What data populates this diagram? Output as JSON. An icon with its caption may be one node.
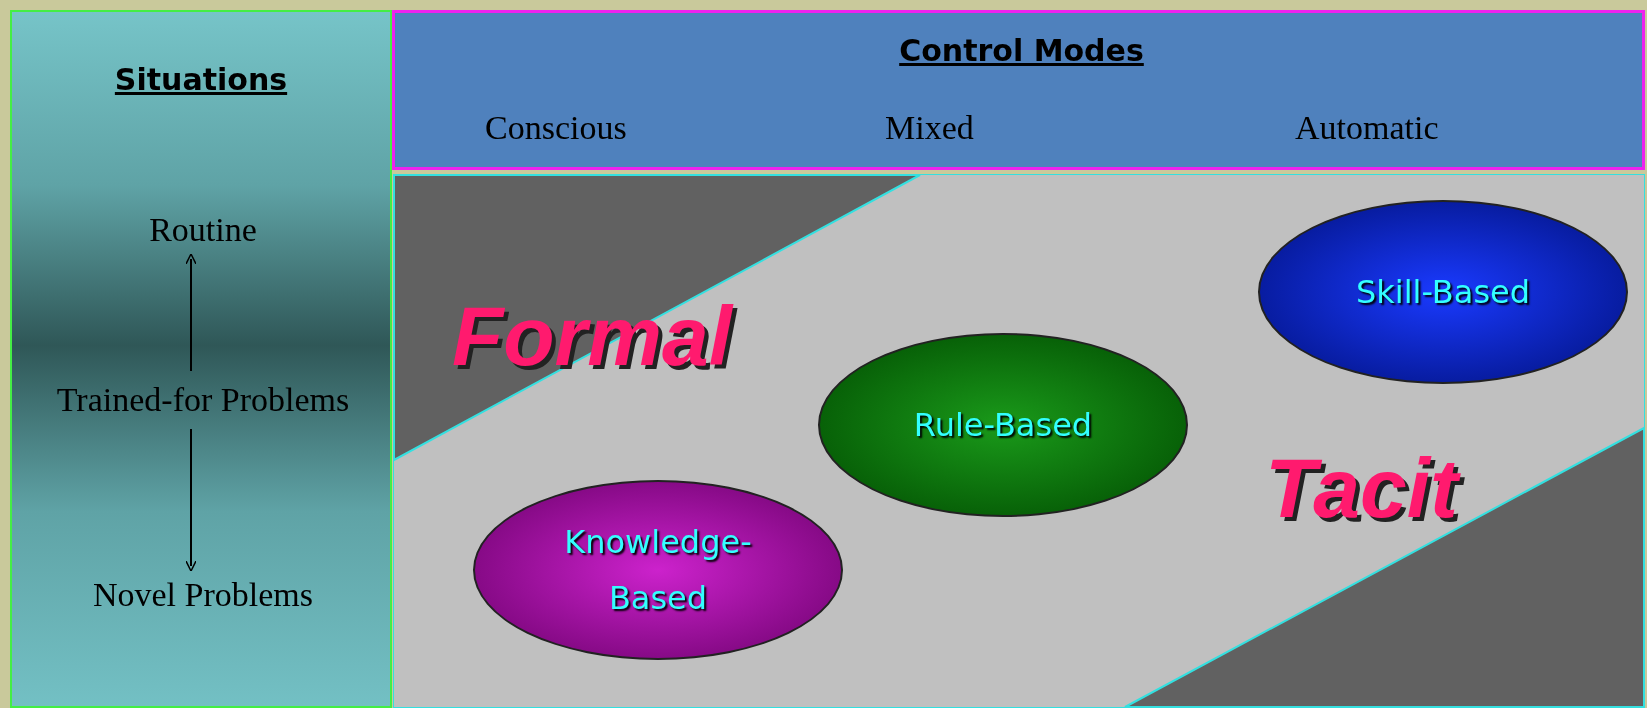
{
  "diagram": {
    "nodes": [
      {
        "text": [
          "Situations"
        ]
      },
      {
        "text": [
          "Routine"
        ],
        "in": 0
      },
      {
        "text": [
          "Trained-for Problems"
        ],
        "in": 0
      },
      {
        "text": [
          "Novel Problems"
        ],
        "in": 0
      },
      {
        "text": [
          "Control Modes",
          "Conscious",
          "Mixed",
          "Automatic"
        ]
      },
      {
        "text": [
          "Knowledge-Based"
        ]
      },
      {
        "text": [
          "Rule-Based"
        ]
      },
      {
        "text": [
          "Skill-Based"
        ]
      }
    ],
    "edges": [
      {
        "from": 2,
        "to": 1,
        "arrow": "to"
      },
      {
        "from": 2,
        "to": 3,
        "arrow": "to"
      }
    ],
    "labels": [
      "Formal",
      "Tacit"
    ]
  }
}
